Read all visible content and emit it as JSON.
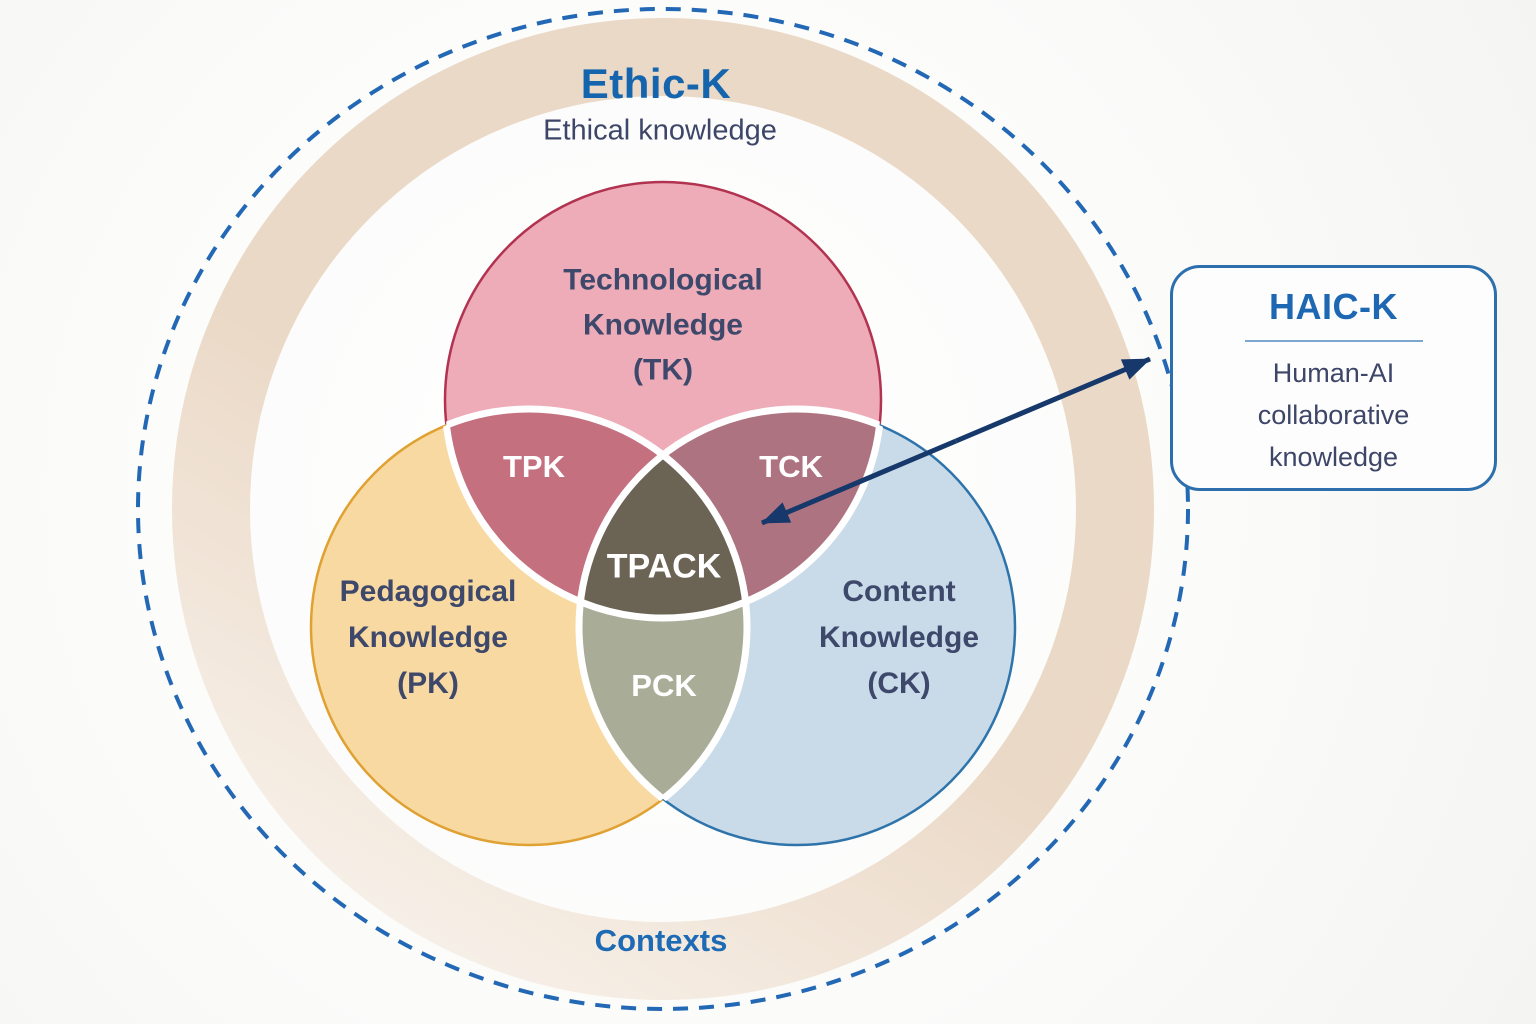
{
  "diagram": {
    "outer_title": "Ethic-K",
    "outer_subtitle": "Ethical knowledge",
    "bottom_label": "Contexts"
  },
  "circles": {
    "tk": {
      "lines": [
        "Technological",
        "Knowledge",
        "(TK)"
      ]
    },
    "pk": {
      "lines": [
        "Pedagogical",
        "Knowledge",
        "(PK)"
      ]
    },
    "ck": {
      "lines": [
        "Content",
        "Knowledge",
        "(CK)"
      ]
    }
  },
  "overlaps": {
    "tpk": "TPK",
    "tck": "TCK",
    "pck": "PCK",
    "tpack": "TPACK"
  },
  "callout": {
    "title": "HAIC-K",
    "lines": [
      "Human-AI",
      "collaborative",
      "knowledge"
    ]
  },
  "colors": {
    "title_blue": "#1565ae",
    "text_navy": "#3d4668",
    "tk_fill": "#edacb8",
    "tk_border": "#b23350",
    "pk_fill": "#f8d9a1",
    "pk_border": "#e0a133",
    "ck_fill": "#c9dbe9",
    "ck_border": "#2e74ab",
    "tpk_fill": "#c4707f",
    "tck_fill": "#ae7380",
    "pck_fill": "#a9ad97",
    "tpack_fill": "#6b6455",
    "ring_fill_dark": "#e9d5c1",
    "ring_fill_light": "#f7f0e8",
    "dashed_border": "#2368b4",
    "arrow": "#16386b",
    "white_divider": "#ffffff"
  }
}
